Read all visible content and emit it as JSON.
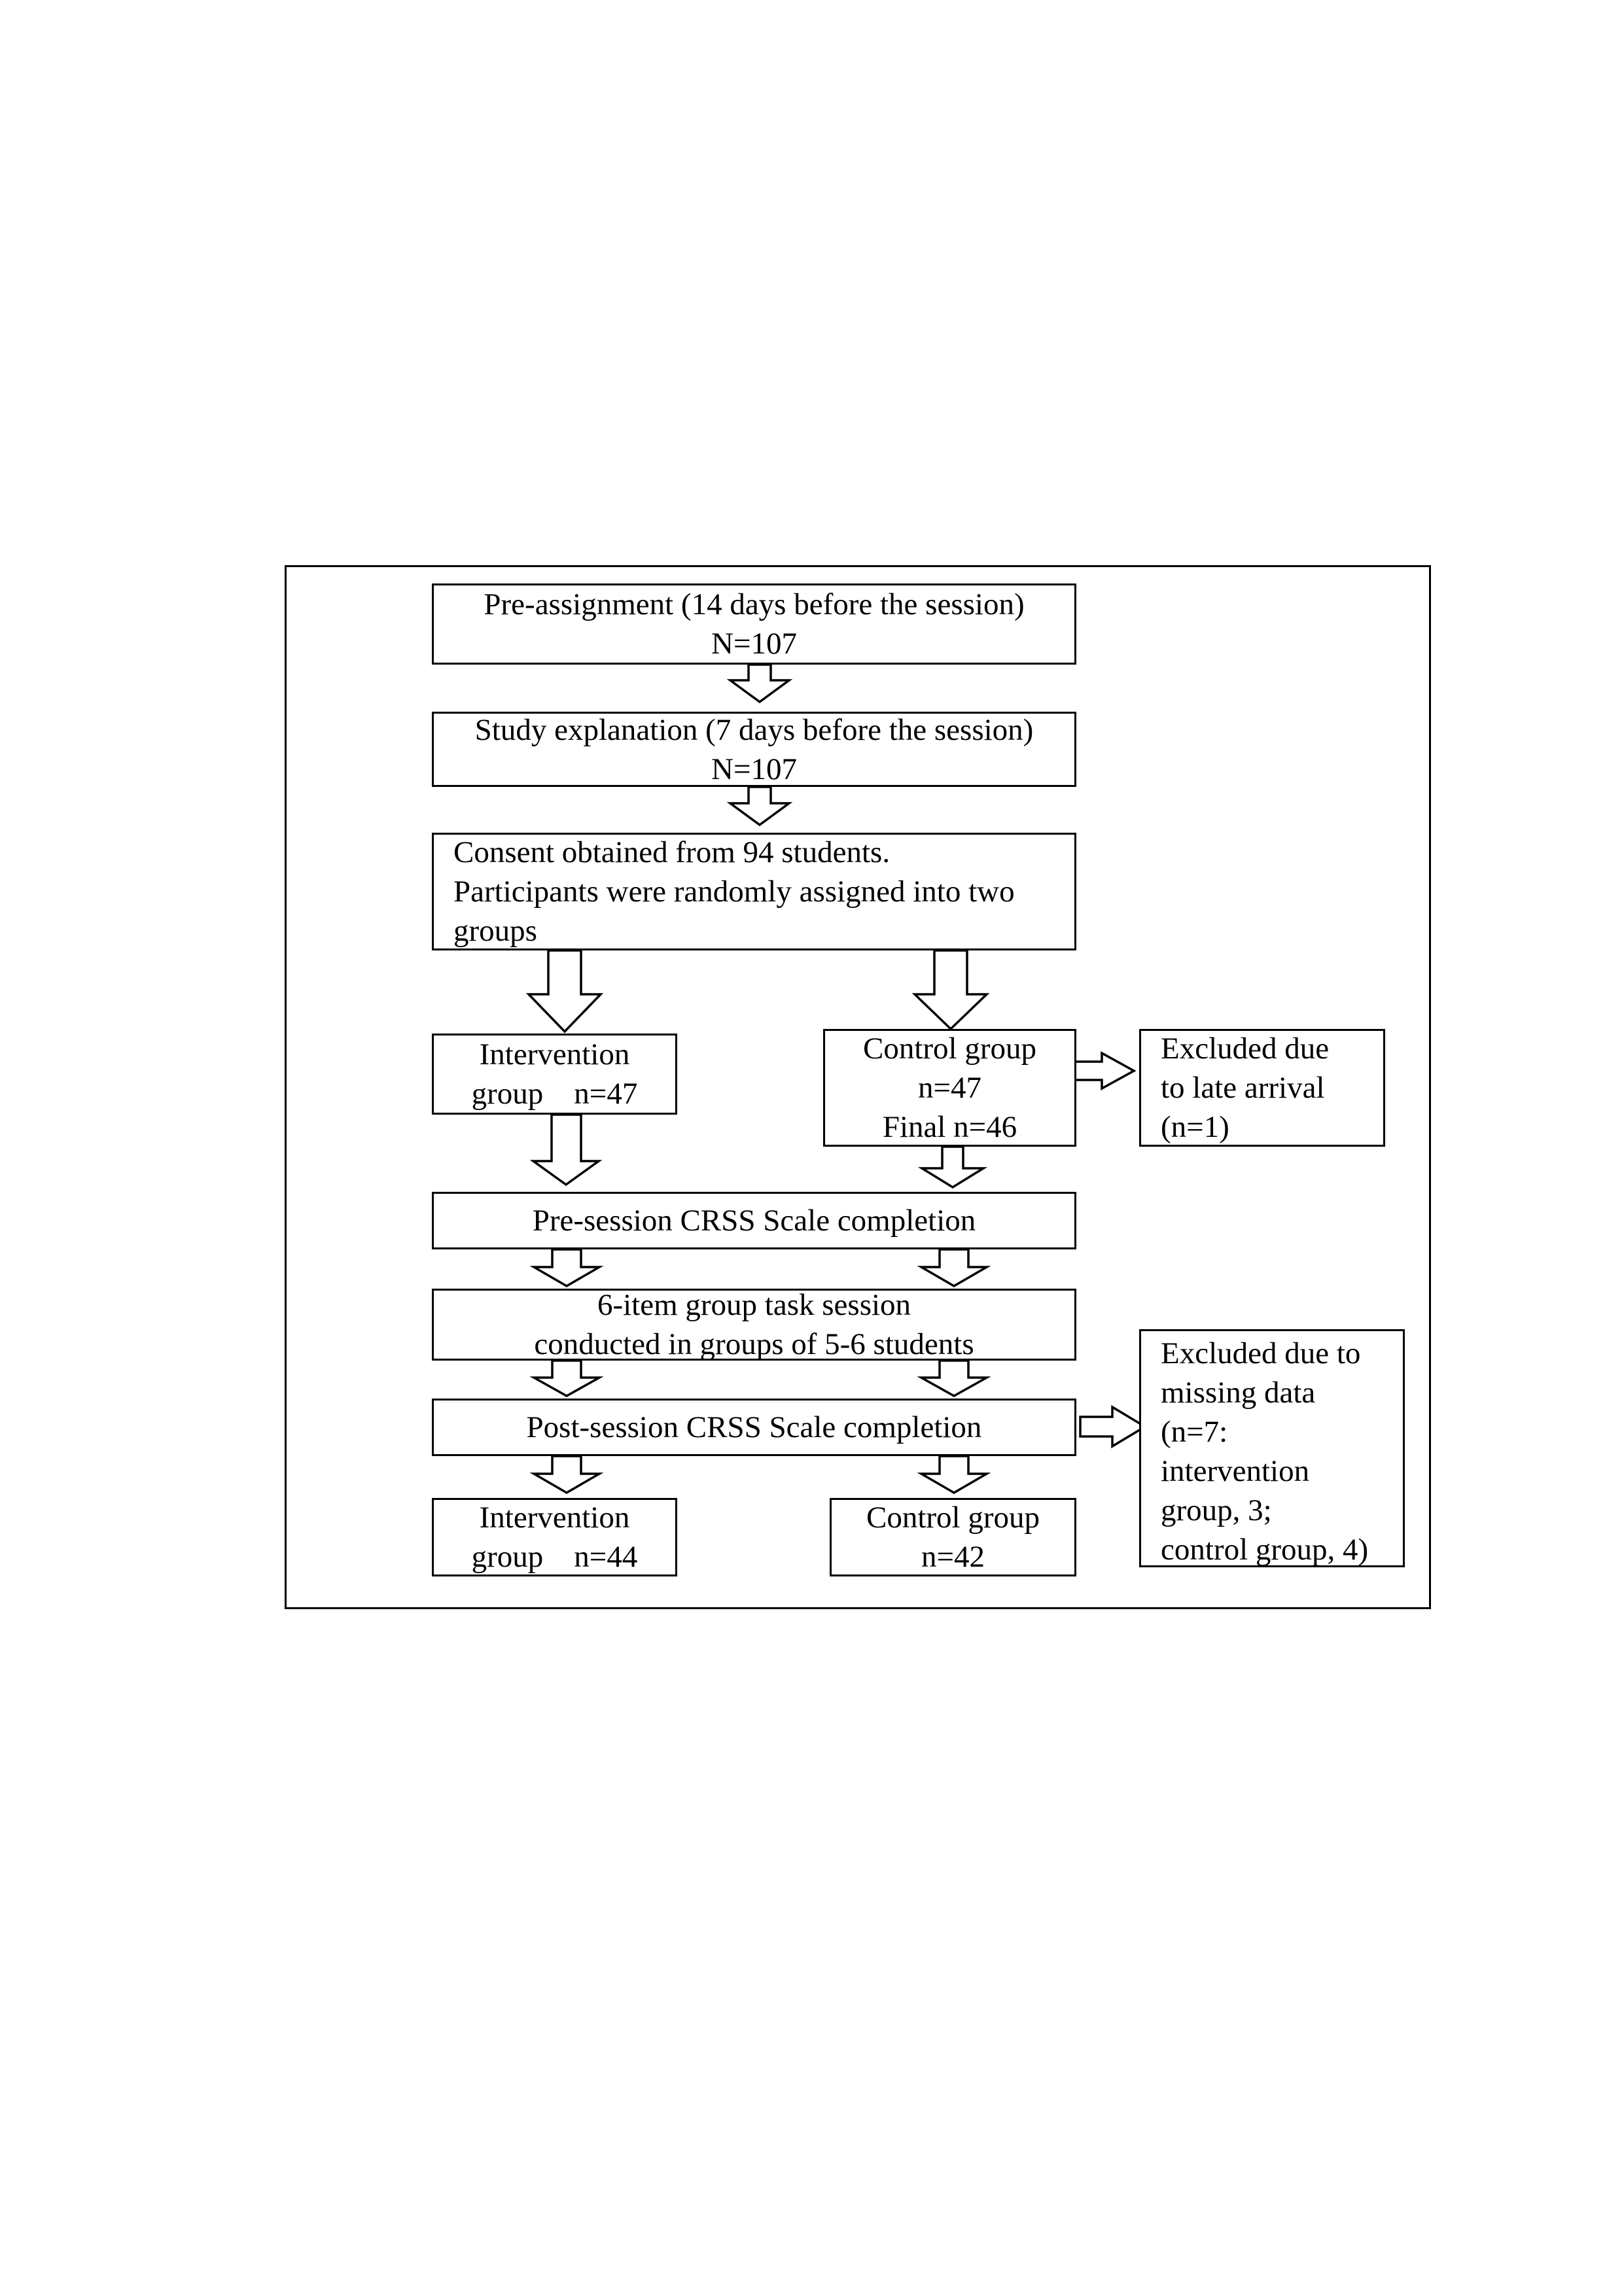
{
  "flowchart": {
    "pre_assignment": [
      "Pre-assignment (14 days before the session)",
      "N=107"
    ],
    "study_explanation": [
      "Study explanation (7 days before the session)",
      "N=107"
    ],
    "consent": [
      "Consent obtained from 94 students.",
      "Participants were randomly assigned into two",
      "groups"
    ],
    "intervention_group": [
      "Intervention",
      "group    n=47"
    ],
    "control_group": [
      "Control group",
      "n=47",
      "Final n=46"
    ],
    "excluded_late": [
      "Excluded due",
      "to late arrival",
      "(n=1)"
    ],
    "pre_session": [
      "Pre-session CRSS Scale completion"
    ],
    "group_task": [
      "6-item group task session",
      "conducted in groups of 5-6 students"
    ],
    "post_session": [
      "Post-session CRSS Scale completion"
    ],
    "excluded_missing": [
      "Excluded due to",
      "missing data",
      "(n=7:",
      "intervention",
      "group, 3;",
      "control group, 4)"
    ],
    "intervention_final": [
      "Intervention",
      "group    n=44"
    ],
    "control_final": [
      "Control group",
      "n=42"
    ]
  }
}
